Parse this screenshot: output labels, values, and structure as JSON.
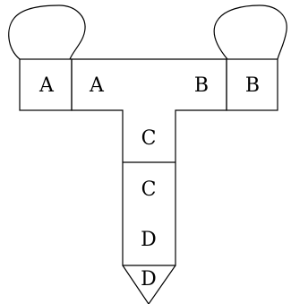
{
  "labels": {
    "left_pillar": "A",
    "bar_left": "A",
    "bar_right": "B",
    "right_pillar": "B",
    "stem_upper": "C",
    "stem_mid_c": "C",
    "stem_mid_d": "D",
    "tip": "D"
  }
}
